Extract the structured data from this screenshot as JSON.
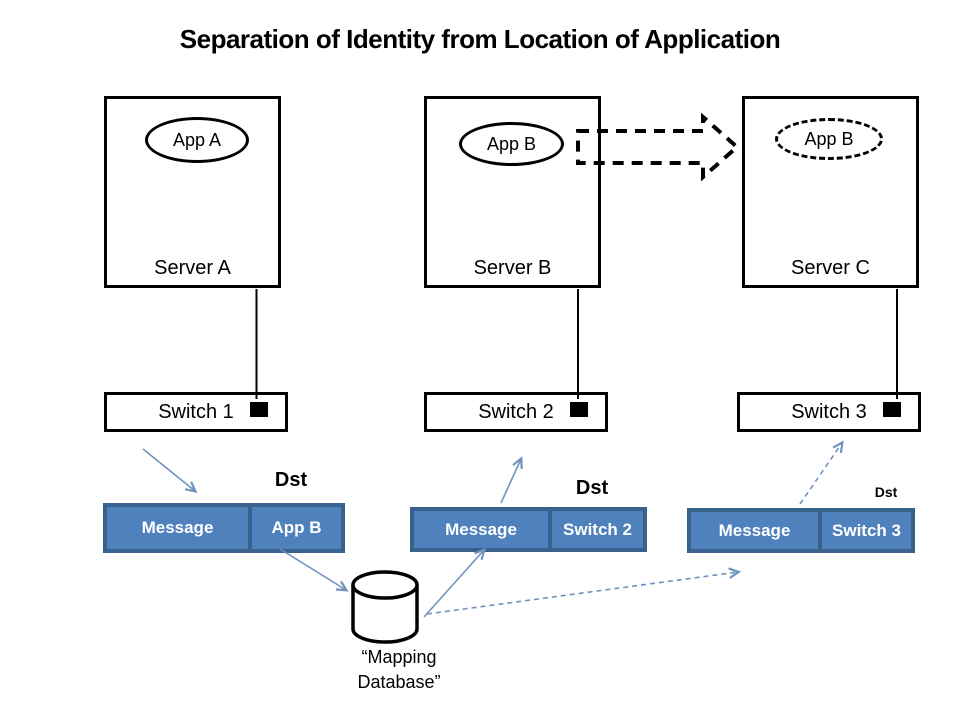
{
  "title": "Separation of Identity from Location of Application",
  "diagram": {
    "servers": [
      {
        "name": "Server A",
        "app": "App A",
        "app_outline": "solid"
      },
      {
        "name": "Server B",
        "app": "App B",
        "app_outline": "solid"
      },
      {
        "name": "Server C",
        "app": "App B",
        "app_outline": "dashed"
      }
    ],
    "switches": [
      {
        "label": "Switch 1"
      },
      {
        "label": "Switch 2"
      },
      {
        "label": "Switch 3"
      }
    ],
    "messages": [
      {
        "field": "Message",
        "dst_header": "Dst",
        "dst": "App B"
      },
      {
        "field": "Message",
        "dst_header": "Dst",
        "dst": "Switch 2"
      },
      {
        "field": "Message",
        "dst_header": "Dst",
        "dst": "Switch 3"
      }
    ],
    "database": {
      "line1": "“Mapping",
      "line2": "Database”"
    }
  },
  "colors": {
    "message_bar_fill": "#4f81bd",
    "message_bar_border": "#38618c",
    "arrow_blue": "#7092be",
    "outline_black": "#000000",
    "text_on_bar": "#ffffff"
  }
}
